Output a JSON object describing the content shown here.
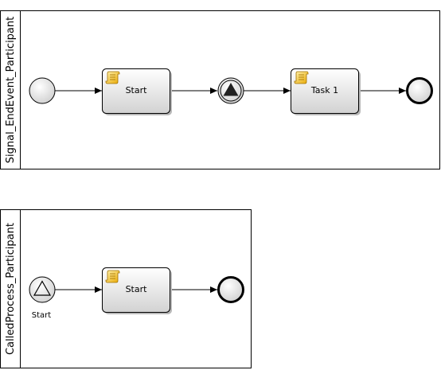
{
  "pools": [
    {
      "name": "Signal_EndEvent_Participant",
      "tasks": [
        {
          "label": "Start",
          "type": "script-task"
        },
        {
          "label": "Task 1",
          "type": "script-task"
        }
      ],
      "events": [
        {
          "type": "start-event",
          "label": ""
        },
        {
          "type": "intermediate-signal-throw-event",
          "label": ""
        },
        {
          "type": "end-event",
          "label": ""
        }
      ]
    },
    {
      "name": "CalledProcess_Participant",
      "tasks": [
        {
          "label": "Start",
          "type": "script-task"
        }
      ],
      "events": [
        {
          "type": "signal-start-event",
          "label": "Start"
        },
        {
          "type": "end-event",
          "label": ""
        }
      ]
    }
  ],
  "colors": {
    "task_fill_top": "#ffffff",
    "task_fill_bottom": "#d4d4d4",
    "event_fill": "#eeeeee",
    "script_icon": "#f5c542"
  }
}
